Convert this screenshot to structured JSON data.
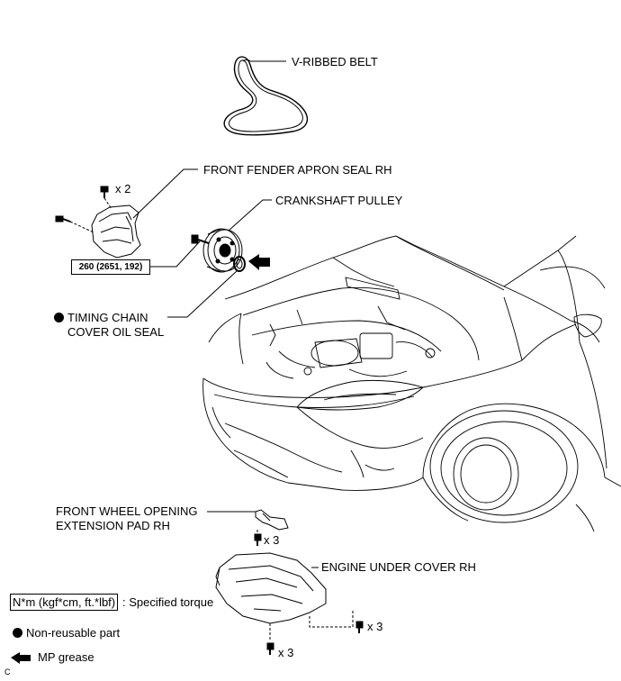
{
  "labels": {
    "v_ribbed_belt": "V-RIBBED BELT",
    "front_fender_apron_seal": "FRONT FENDER APRON SEAL RH",
    "crankshaft_pulley": "CRANKSHAFT PULLEY",
    "timing_chain_seal_line1": "TIMING CHAIN",
    "timing_chain_seal_line2": "COVER OIL SEAL",
    "wheel_opening_pad_line1": "FRONT WHEEL OPENING",
    "wheel_opening_pad_line2": "EXTENSION PAD RH",
    "engine_under_cover": "ENGINE UNDER COVER RH"
  },
  "quantities": {
    "apron_clips": "x 2",
    "pad_clips": "x 3",
    "under_cover_clips_right": "x 3",
    "under_cover_clips_bottom": "x 3"
  },
  "torque": "260 (2651, 192)",
  "legend": {
    "torque_unit": "N*m (kgf*cm, ft.*lbf)",
    "torque_desc": ": Specified torque",
    "non_reusable": "Non-reusable part",
    "grease": "MP grease"
  },
  "corner_code": "C"
}
